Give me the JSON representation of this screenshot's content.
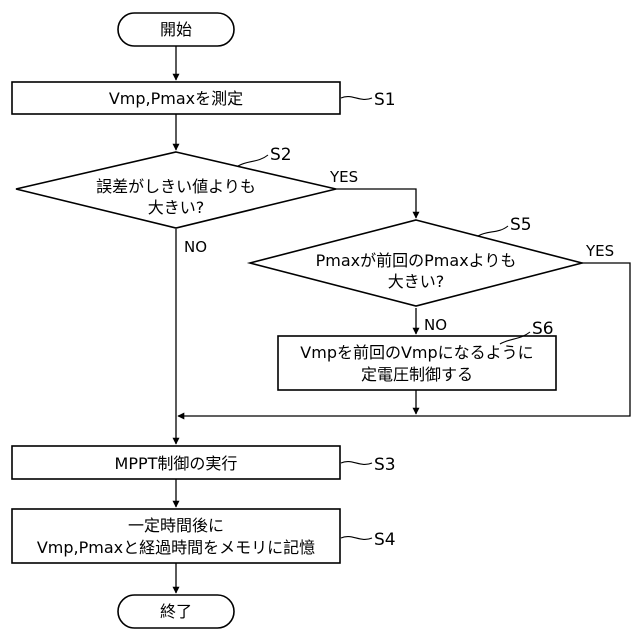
{
  "nodes": {
    "start": {
      "text": "開始"
    },
    "s1": {
      "text": "Vmp,Pmaxを測定",
      "ref": "S1"
    },
    "s2": {
      "line1": "誤差がしきい値よりも",
      "line2": "大きい?",
      "ref": "S2"
    },
    "s5": {
      "line1": "Pmaxが前回のPmaxよりも",
      "line2": "大きい?",
      "ref": "S5"
    },
    "s6": {
      "line1": "Vmpを前回のVmpになるように",
      "line2": "定電圧制御する",
      "ref": "S6"
    },
    "s3": {
      "text": "MPPT制御の実行",
      "ref": "S3"
    },
    "s4": {
      "line1": "一定時間後に",
      "line2": "Vmp,Pmaxと経過時間をメモリに記憶",
      "ref": "S4"
    },
    "end": {
      "text": "終了"
    }
  },
  "branches": {
    "s2_yes": "YES",
    "s2_no": "NO",
    "s5_yes": "YES",
    "s5_no": "NO"
  }
}
